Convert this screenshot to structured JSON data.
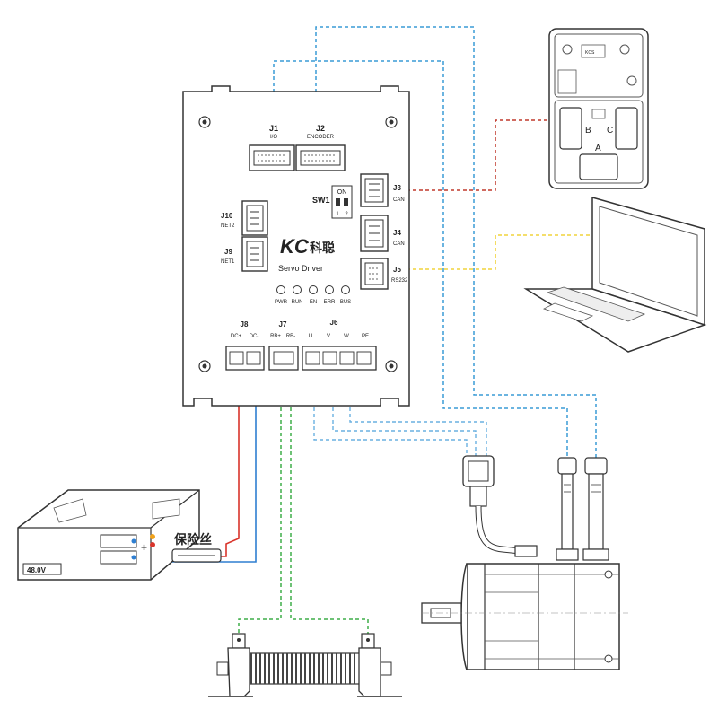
{
  "driver": {
    "brand": "KC",
    "brand_cn": "科聪",
    "model": "Servo Driver",
    "connectors": {
      "j1": {
        "id": "J1",
        "name": "I/O"
      },
      "j2": {
        "id": "J2",
        "name": "ENCODER"
      },
      "j3": {
        "id": "J3",
        "name": "CAN"
      },
      "j4": {
        "id": "J4",
        "name": "CAN"
      },
      "j5": {
        "id": "J5",
        "name": "RS232"
      },
      "j6": {
        "id": "J6"
      },
      "j7": {
        "id": "J7"
      },
      "j8": {
        "id": "J8"
      },
      "j9": {
        "id": "J9",
        "name": "NET1"
      },
      "j10": {
        "id": "J10",
        "name": "NET2"
      }
    },
    "switch": {
      "id": "SW1",
      "on": "ON",
      "pos1": "1",
      "pos2": "2"
    },
    "leds": [
      "PWR",
      "RUN",
      "EN",
      "ERR",
      "BUS"
    ],
    "terminals": [
      "DC+",
      "DC-",
      "RB+",
      "RB-",
      "U",
      "V",
      "W",
      "PE"
    ]
  },
  "power_supply": {
    "voltage": "48.0V",
    "plus": "+",
    "minus": "-"
  },
  "fuse_label": "保险丝",
  "controller": {
    "panel_a": "A",
    "panel_b": "B",
    "panel_c": "C",
    "brand": "KCS"
  },
  "wire_colors": {
    "encoder": "#3a9bd5",
    "can": "#c0392b",
    "rs232": "#f1d33c",
    "brake_resistor": "#3fae49",
    "dc_plus": "#d9342b",
    "dc_minus": "#2f7fd1",
    "motor_phase": "#6ab0e0"
  }
}
